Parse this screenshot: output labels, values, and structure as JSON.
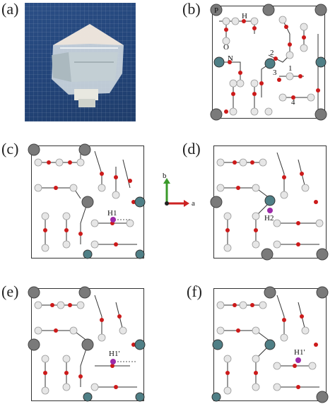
{
  "panels": {
    "a": {
      "label": "(a)"
    },
    "b": {
      "label": "(b)",
      "atom_labels": {
        "P": "P",
        "H": "H",
        "O": "O",
        "N": "N",
        "n1": "1",
        "n2": "2",
        "n3": "3",
        "n4": "4"
      }
    },
    "c": {
      "label": "(c)",
      "site": "H1"
    },
    "d": {
      "label": "(d)",
      "site": "H2"
    },
    "e": {
      "label": "(e)",
      "site": "H1'"
    },
    "f": {
      "label": "(f)",
      "site": "H1'"
    }
  },
  "axes": {
    "b": "b",
    "a": "a"
  },
  "colors": {
    "oxygen": "#cc1a1a",
    "hydrogen": "#e6e6e6",
    "potassium": "#7a7a7a",
    "nitrogen": "#4f7f86",
    "interstitial_h": "#9c2aa8",
    "axis_b": "#3a9a2a",
    "axis_a": "#cc2222",
    "photo_bg": "#2b4f86"
  }
}
